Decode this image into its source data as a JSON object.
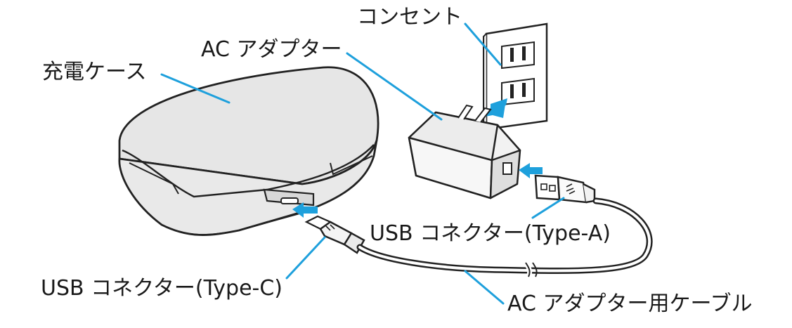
{
  "labels": {
    "outlet": "コンセント",
    "ac_adapter": "AC アダプター",
    "charging_case": "充電ケース",
    "usb_a": "USB コネクター(Type-A)",
    "usb_c": "USB コネクター(Type-C)",
    "cable": "AC アダプター用ケーブル"
  },
  "colors": {
    "leader": "#1ea0dc",
    "arrow": "#1ea0dc",
    "outline": "#222222",
    "case_fill": "#e6e6e6",
    "adapter_fill": "#f4f4f4",
    "plate_fill": "#ffffff"
  }
}
